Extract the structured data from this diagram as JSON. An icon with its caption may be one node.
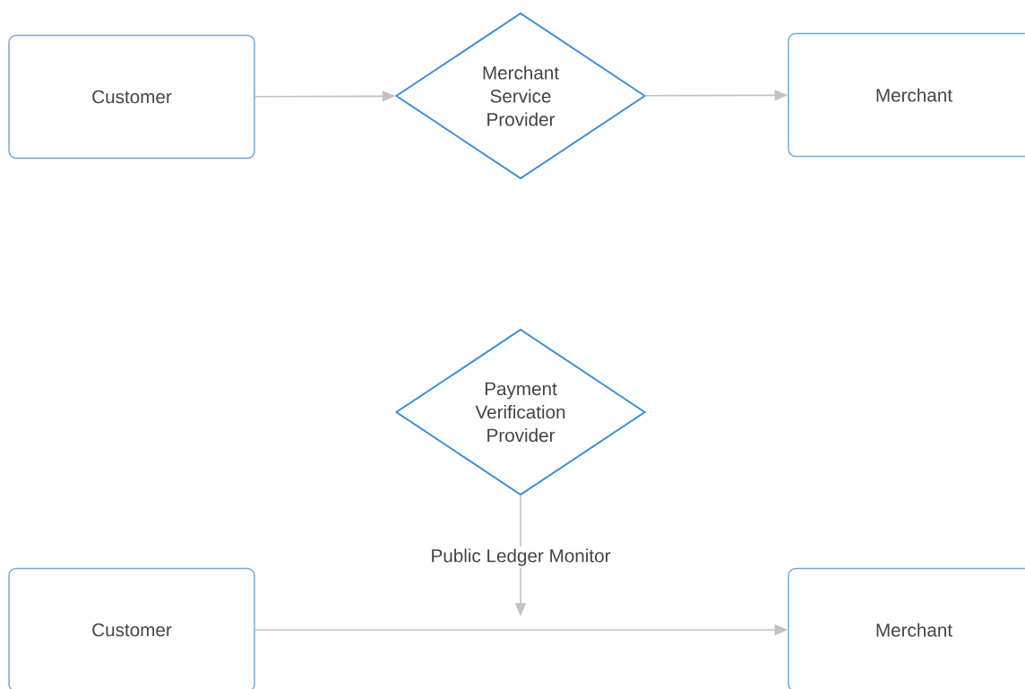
{
  "diagram": {
    "nodes": [
      {
        "text": [
          "Customer"
        ]
      },
      {
        "text": [
          "Merchant Service Provider"
        ]
      },
      {
        "text": [
          "Merchant"
        ]
      },
      {
        "text": [
          "Payment Verification Provider"
        ]
      },
      {
        "text": [
          "Customer"
        ]
      },
      {
        "text": [
          "Merchant"
        ]
      }
    ],
    "edges": [
      {
        "from": 0,
        "to": 1,
        "arrow": "to"
      },
      {
        "from": 1,
        "to": 2,
        "arrow": "to"
      },
      {
        "from": 4,
        "to": 5,
        "arrow": "to"
      },
      {
        "from": 3,
        "to": null,
        "arrow": "to",
        "label": "Public Ledger Monitor"
      }
    ]
  }
}
